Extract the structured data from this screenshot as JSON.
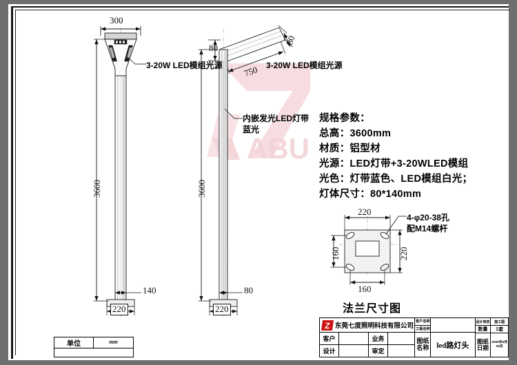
{
  "sheet": {
    "background": "#6f6f6f",
    "paper": "#ffffff"
  },
  "views": {
    "front": {
      "name": "front-elevation",
      "dim_top_width": "300",
      "dim_height": "3600",
      "dim_pole_width": "140",
      "dim_base_width": "220",
      "callout_led_module": "3-20W LED模组光源"
    },
    "side": {
      "name": "side-elevation",
      "dim_arm_drop": "80",
      "dim_arm_length": "750",
      "dim_arm_thickness": "80",
      "dim_height": "3600",
      "dim_pole_width": "80",
      "dim_base_width": "220",
      "callout_led_module": "3-20W LED模组光源",
      "callout_led_strip_line1": "内嵌发光LED灯带",
      "callout_led_strip_line2": "蓝光"
    },
    "flange": {
      "name": "flange-detail",
      "title": "法兰尺寸图",
      "dim_outer_top": "220",
      "dim_outer_right": "220",
      "dim_bolt_left": "160",
      "dim_bolt_bottom": "160",
      "callout_line1": "4-φ20-38孔",
      "callout_line2": "配M14螺杆"
    }
  },
  "specs": {
    "heading": "规格参数：",
    "lines": [
      "总高：3600mm",
      "材质：铝型材",
      "光源：LED灯带+3-20WLED模组",
      "光色：灯带蓝色、LED模组白光；",
      "灯体尺寸：80*140mm"
    ]
  },
  "title_block": {
    "company": "东莞七度照明科技有限公司",
    "logo_letter": "Z",
    "logo_color": "#cc1111",
    "label_customer": "客户",
    "value_customer": "",
    "label_business": "业务",
    "value_business": "",
    "label_design": "设计",
    "value_design": "",
    "label_approve": "审定",
    "value_approve": "",
    "label_customer_name": "客户名称",
    "value_customer_name": "",
    "label_project_name": "工程名称",
    "value_project_name": "",
    "label_drawing_name": "图纸名称",
    "value_drawing_name": "led路灯头",
    "label_design_review": "设计审核",
    "label_construction": "施工图",
    "label_quantity": "数量",
    "value_quantity": "1套",
    "label_drawing_date": "图纸日期",
    "value_drawing_date": "2009年6月05日"
  },
  "unit_block": {
    "label_unit": "单位",
    "value_unit": "mm",
    "projection_symbol": "first-angle"
  },
  "watermark": {
    "mark_color": "#f6dfe2",
    "text": "ABU"
  }
}
